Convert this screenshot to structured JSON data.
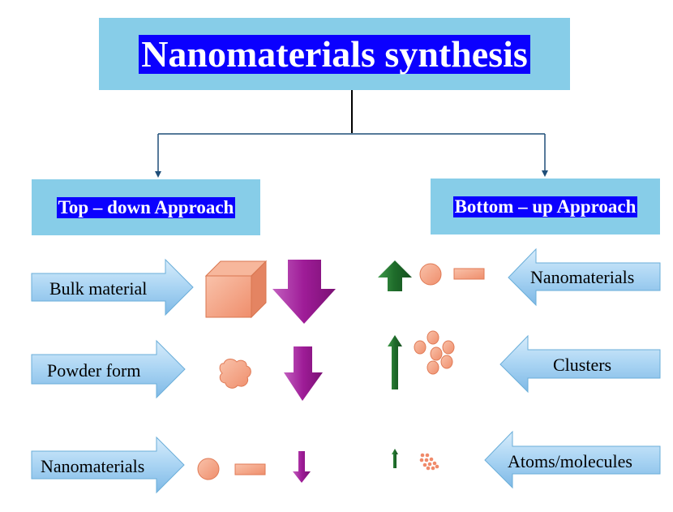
{
  "title": "Nanomaterials synthesis",
  "approaches": {
    "top_down": "Top – down Approach",
    "bottom_up": "Bottom – up Approach"
  },
  "top_down_stages": [
    "Bulk material",
    "Powder form",
    "Nanomaterials"
  ],
  "bottom_up_stages": [
    "Nanomaterials",
    "Clusters",
    "Atoms/molecules"
  ],
  "colors": {
    "box_fill": "#87cde8",
    "label_highlight": "#0b00ff",
    "arrow_fill": "#a8d3f2",
    "particle_fill": "#f4a184",
    "down_arrow": "#9e1c97",
    "up_arrow": "#1e6b2a",
    "connector": "#1f4e79"
  }
}
